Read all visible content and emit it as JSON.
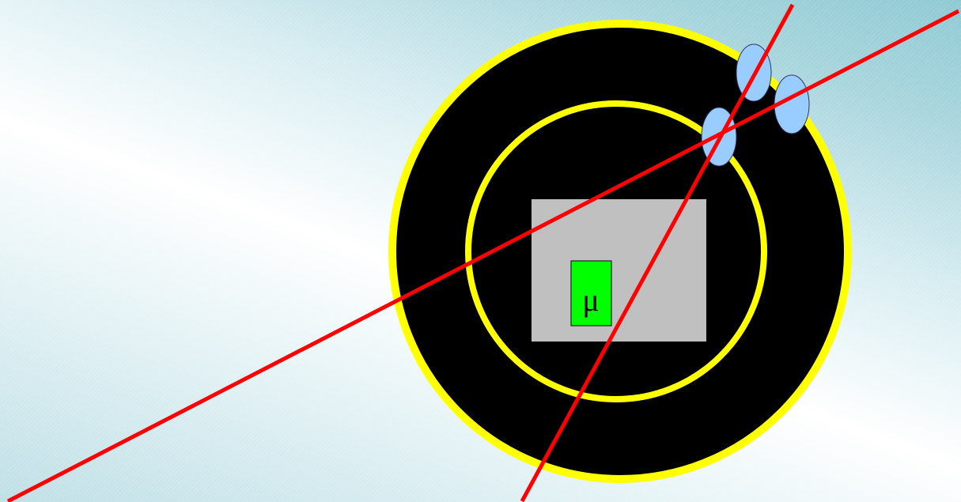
{
  "diagram": {
    "detector": {
      "outer_fill": "#000000",
      "ring_color": "#ffff00",
      "inner_core_fill": "#c0c0c0",
      "module_fill": "#00ff00",
      "module_label": "μ"
    },
    "tracks": {
      "color": "#ff0000",
      "count": 2
    },
    "hits": {
      "fill": "#99ccff",
      "count": 3
    },
    "background": {
      "gradient_colors": [
        "#bfe0e6",
        "#ffffff",
        "#8fcad3"
      ]
    }
  }
}
